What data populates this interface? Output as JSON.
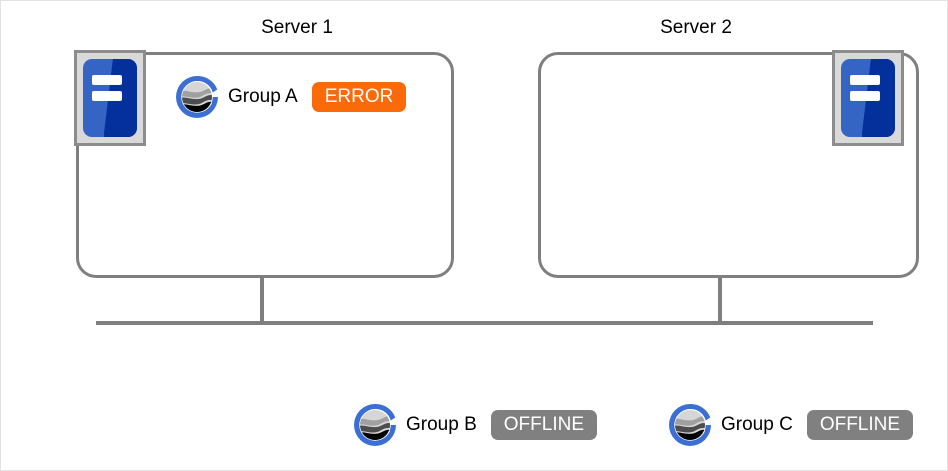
{
  "servers": [
    {
      "title": "Server 1",
      "icon": "server-rack-icon",
      "groups": [
        {
          "logo": "group-globe-logo",
          "label": "Group A",
          "status": "ERROR",
          "status_color": "#fb6a09"
        }
      ]
    },
    {
      "title": "Server 2",
      "icon": "server-rack-icon",
      "groups": []
    }
  ],
  "unassigned_groups": [
    {
      "logo": "group-globe-logo",
      "label": "Group B",
      "status": "OFFLINE",
      "status_color": "#808080"
    },
    {
      "logo": "group-globe-logo",
      "label": "Group C",
      "status": "OFFLINE",
      "status_color": "#808080"
    }
  ],
  "colors": {
    "server_border": "#7f7f7f",
    "tile_background": "#d9d9d9",
    "tile_border": "#8c8c8c",
    "chassis_blue": "#3465c4",
    "chassis_blue_dark": "#03309b",
    "bus_line": "#7f7f7f",
    "logo_ring_blue": "#3b6fd4",
    "canvas_background": "#ffffff"
  }
}
